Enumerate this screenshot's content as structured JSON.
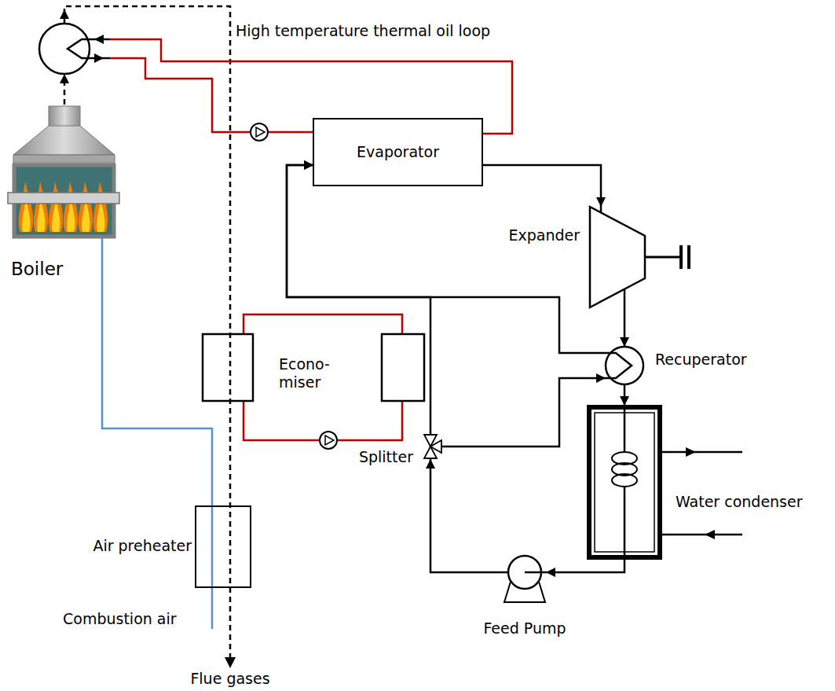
{
  "diagram": {
    "nodes": [
      {
        "text": [
          "Boiler"
        ]
      },
      {
        "text": [
          "Evaporator"
        ]
      },
      {
        "text": [
          "Expander"
        ]
      },
      {
        "text": [
          "Recuperator"
        ]
      },
      {
        "text": [
          "Splitter"
        ]
      },
      {
        "text": [
          "Water condenser"
        ]
      },
      {
        "text": [
          "Air preheater"
        ]
      },
      {
        "text": [
          "Feed Pump"
        ]
      }
    ],
    "edges": [
      {
        "from": 1,
        "to": 2,
        "arrow": "to"
      },
      {
        "from": 2,
        "to": 3,
        "arrow": "to"
      },
      {
        "from": 3,
        "to": 5,
        "arrow": "to"
      },
      {
        "from": 5,
        "to": 7,
        "arrow": "to"
      },
      {
        "from": 7,
        "to": 4,
        "arrow": "to"
      },
      {
        "from": 4,
        "to": 1,
        "arrow": "to"
      },
      {
        "from": 4,
        "to": 3,
        "arrow": "to"
      },
      {
        "from": 3,
        "to": 1,
        "arrow": "to"
      },
      {
        "from": 6,
        "to": 0,
        "arrow": "none"
      }
    ],
    "labels": [
      "High temperature thermal oil loop",
      "Econo- miser",
      "Combustion air",
      "Flue gases"
    ]
  }
}
